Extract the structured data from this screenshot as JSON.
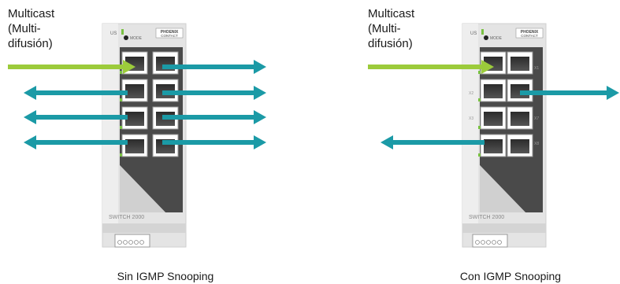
{
  "panels": [
    {
      "id": "left",
      "source_label_lines": [
        "Multicast",
        "(Multi-",
        "difusión)"
      ],
      "caption": "Sin IGMP Snooping",
      "switch": {
        "brand": [
          "PHOENIX",
          "CONTACT"
        ],
        "model": "SWITCH 2000",
        "us_label": "US",
        "mode_label": "MODE",
        "port_labels": []
      },
      "forwarding": "all ports"
    },
    {
      "id": "right",
      "source_label_lines": [
        "Multicast",
        "(Multi-",
        "difusión)"
      ],
      "caption": "Con IGMP Snooping",
      "switch": {
        "brand": [
          "PHOENIX",
          "CONTACT"
        ],
        "model": "SWITCH 2000",
        "us_label": "US",
        "mode_label": "MODE",
        "port_labels": [
          "X1",
          "X2",
          "X7",
          "X3",
          "X8"
        ]
      },
      "forwarding": "subscribed ports only"
    }
  ],
  "colors": {
    "input_arrow": "#9ccb3b",
    "output_arrow": "#1b9aa6",
    "housing": "#e6e6e6",
    "housing_dark": "#4a4a4a",
    "led_green": "#7ac143"
  }
}
